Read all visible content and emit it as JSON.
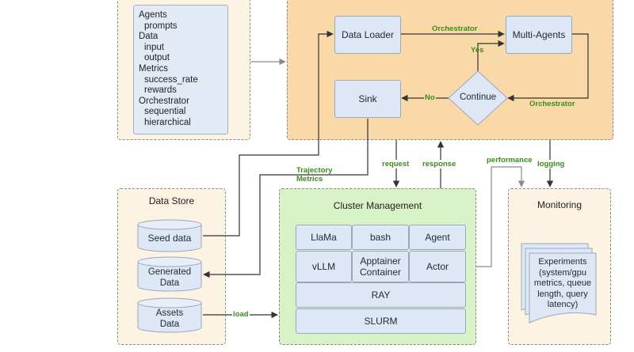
{
  "config": {
    "items": [
      {
        "text": "Agents",
        "indent": false
      },
      {
        "text": "prompts",
        "indent": true
      },
      {
        "text": "Data",
        "indent": false
      },
      {
        "text": "input",
        "indent": true
      },
      {
        "text": "output",
        "indent": true
      },
      {
        "text": "Metrics",
        "indent": false
      },
      {
        "text": "success_rate",
        "indent": true
      },
      {
        "text": "rewards",
        "indent": true
      },
      {
        "text": "Orchestrator",
        "indent": false
      },
      {
        "text": "sequential",
        "indent": true
      },
      {
        "text": "hierarchical",
        "indent": true
      }
    ]
  },
  "pipeline": {
    "data_loader": "Data Loader",
    "multi_agents": "Multi-Agents",
    "continue": "Continue",
    "sink": "Sink",
    "edge_orchestrator_top": "Orchestrator",
    "edge_orchestrator_right": "Orchestrator",
    "edge_yes": "Yes",
    "edge_no": "No"
  },
  "edges": {
    "request": "request",
    "response": "response",
    "performance": "performance",
    "logging": "logging",
    "trajectory": "Trajectory",
    "metrics": "Metrics",
    "load": "load"
  },
  "data_store": {
    "title": "Data Store",
    "seed": "Seed data",
    "generated_1": "Generated",
    "generated_2": "Data",
    "assets_1": "Assets",
    "assets_2": "Data"
  },
  "cluster": {
    "title": "Cluster Management",
    "llama": "LlaMa",
    "bash": "bash",
    "agent": "Agent",
    "vllm": "vLLM",
    "apptainer_1": "Apptainer",
    "apptainer_2": "Container",
    "actor": "Actor",
    "ray": "RAY",
    "slurm": "SLURM"
  },
  "monitoring": {
    "title": "Monitoring",
    "doc_lines": [
      "Experiments",
      "(system/gpu",
      "metrics, queue",
      "length, query",
      "latency)"
    ]
  },
  "colors": {
    "panel_cream": "#fcf3e3",
    "panel_orange": "#f9d9a8",
    "panel_green": "#d8f2c8",
    "node_blue": "#dde7f5",
    "label_green": "#3a8c1c",
    "line": "#333333"
  }
}
